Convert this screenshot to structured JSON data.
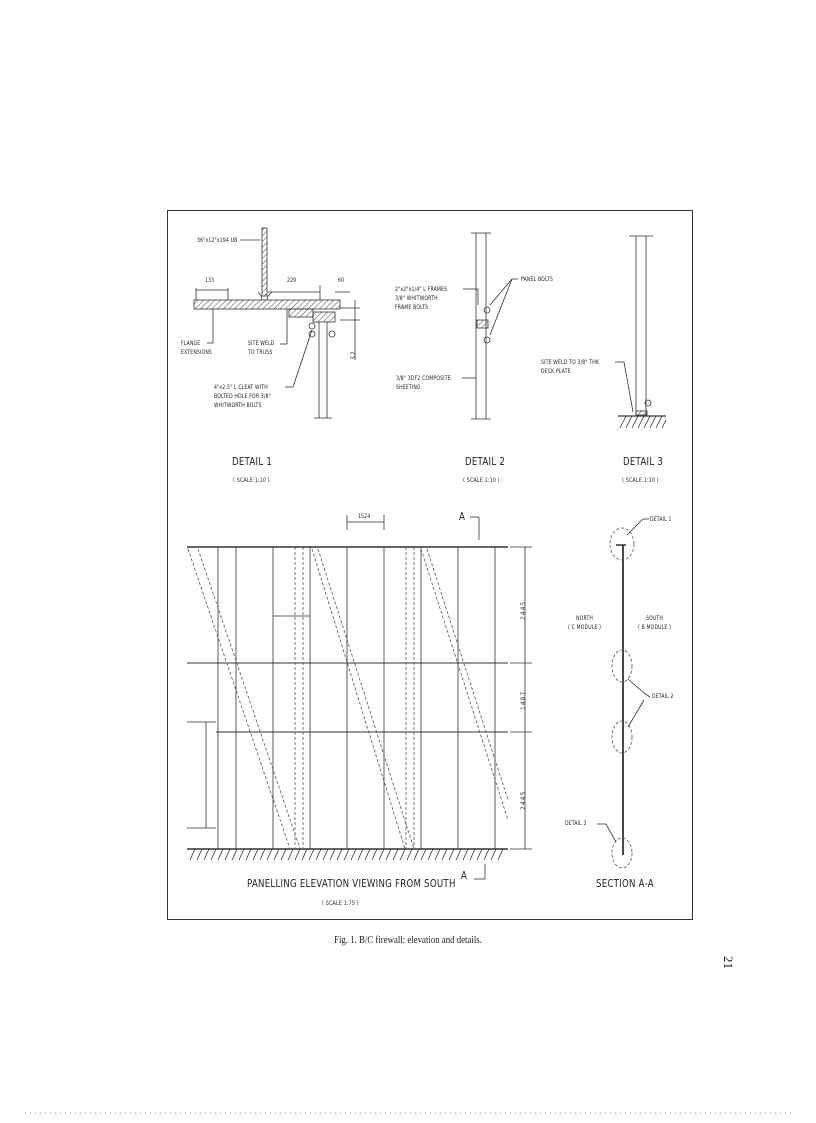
{
  "figure": {
    "caption": "Fig. 1.  B/C firewall: elevation and details.",
    "page_number": "21"
  },
  "detail1": {
    "title": "DETAIL 1",
    "scale": "( SCALE 1:10 )",
    "labels": {
      "beam": "36\"x12\"x194 UB",
      "dim_133": "133",
      "dim_229": "229",
      "dim_60": "60",
      "dim_32": "32",
      "flange": "FLANGE\nEXTENSIONS",
      "site_weld": "SITE WELD\nTO TRUSS",
      "cleat": "4\"x2.5\" L CLEAT WITH\nBOLTED HOLE FOR 3/8\"\nWHITWORTH BOLTS"
    }
  },
  "detail2": {
    "title": "DETAIL 2",
    "scale": "( SCALE 1:10 )",
    "labels": {
      "panel_bolts": "PANEL BOLTS",
      "frames": "2\"x2\"x1/4\" L FRAMES\n3/8\" WHITWORTH\nFRAME BOLTS",
      "sheeting": "3/8\" 3DF2 COMPOSITE\nSHEETING"
    }
  },
  "detail3": {
    "title": "DETAIL 3",
    "scale": "( SCALE 1:10 )",
    "labels": {
      "weld": "SITE WELD TO 3/8\" THK\nDECK PLATE"
    }
  },
  "elevation": {
    "title": "PANELLING ELEVATION VIEWING FROM SOUTH",
    "scale": "( SCALE 1:75 )",
    "dim_width": "1524",
    "section_marker": "A",
    "dims_vertical": [
      "2445",
      "1487",
      "2445"
    ]
  },
  "section": {
    "title": "SECTION A-A",
    "north": "NORTH\n( C MODULE )",
    "south": "SOUTH\n( B MODULE )",
    "detail1": "DETAIL 1",
    "detail2": "DETAIL 2",
    "detail3": "DETAIL 3"
  }
}
